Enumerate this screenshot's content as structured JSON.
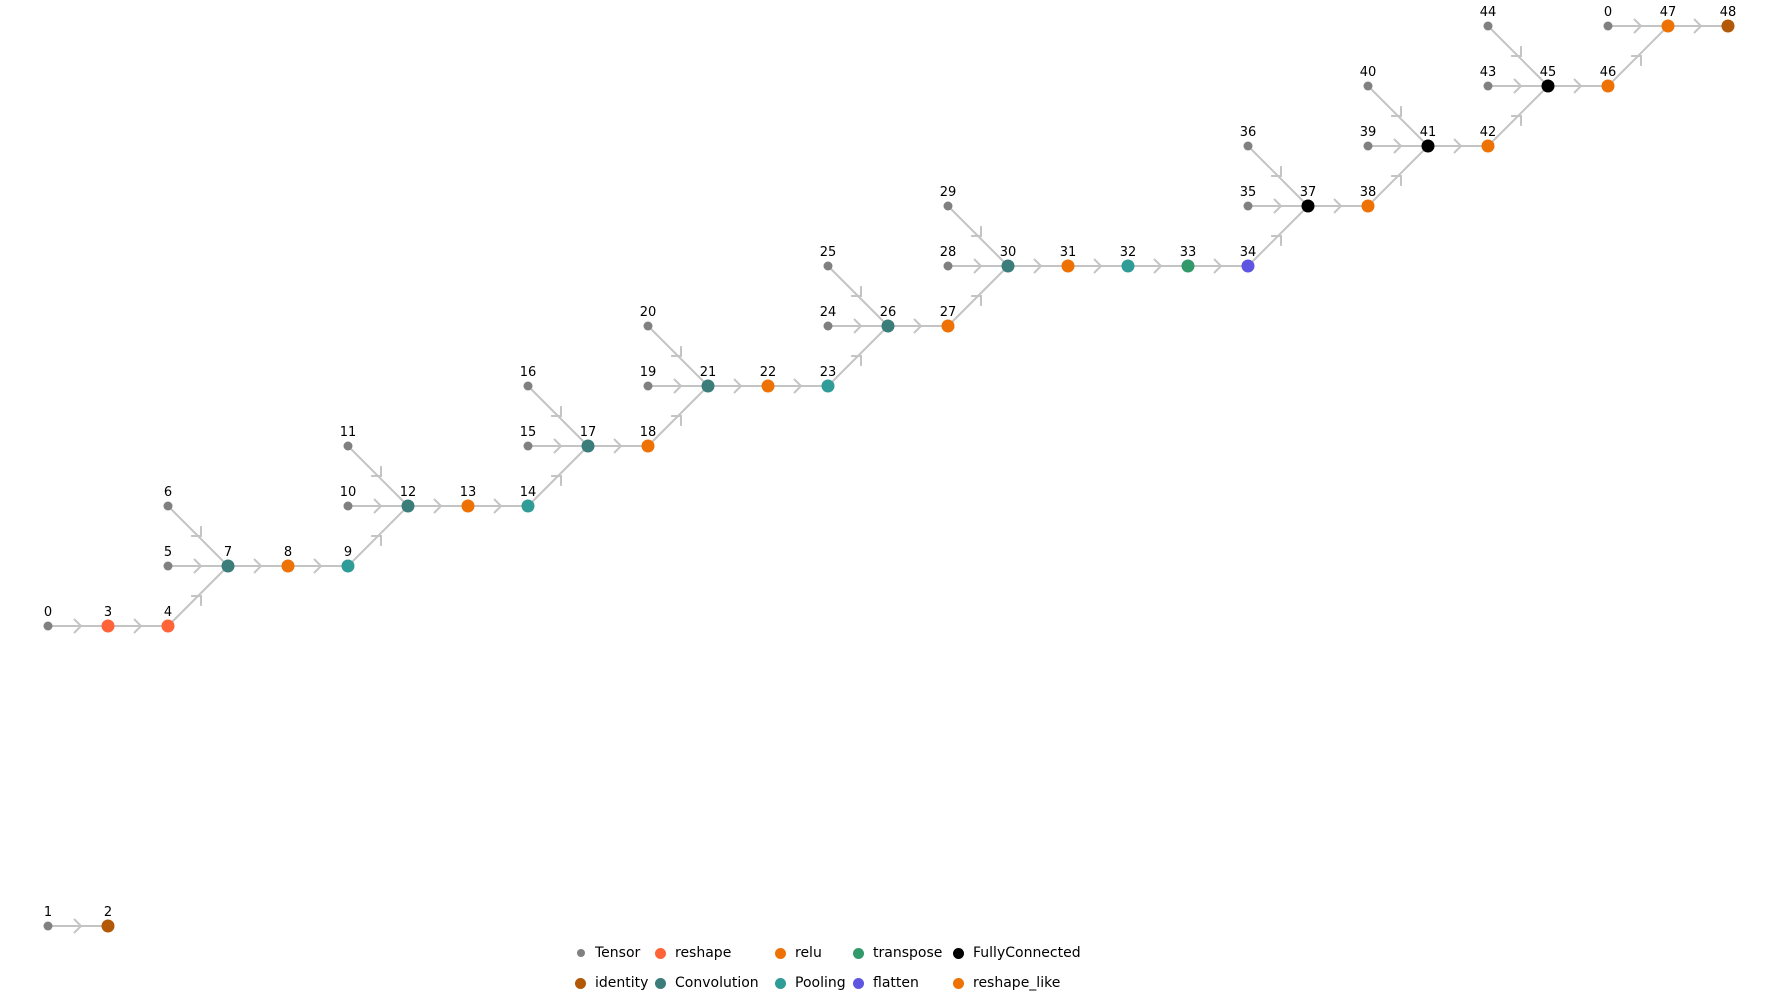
{
  "types": {
    "Tensor": "#808080",
    "reshape": "#FF6338",
    "relu": "#EE7203",
    "transpose": "#31996A",
    "FullyConnected": "#000000",
    "identity": "#B35806",
    "Convolution": "#3A7D7A",
    "Pooling": "#2F9C97",
    "flatten": "#5E55E0",
    "reshape_like": "#EE7203"
  },
  "legend": [
    {
      "label": "Tensor",
      "type": "Tensor"
    },
    {
      "label": "reshape",
      "type": "reshape"
    },
    {
      "label": "relu",
      "type": "relu"
    },
    {
      "label": "transpose",
      "type": "transpose"
    },
    {
      "label": "FullyConnected",
      "type": "FullyConnected"
    },
    {
      "label": "identity",
      "type": "identity"
    },
    {
      "label": "Convolution",
      "type": "Convolution"
    },
    {
      "label": "Pooling",
      "type": "Pooling"
    },
    {
      "label": "flatten",
      "type": "flatten"
    },
    {
      "label": "reshape_like",
      "type": "reshape_like"
    }
  ],
  "nodes": [
    {
      "id": "t0",
      "label": "0",
      "type": "Tensor"
    },
    {
      "id": "n3",
      "label": "3",
      "type": "reshape"
    },
    {
      "id": "n4",
      "label": "4",
      "type": "reshape"
    },
    {
      "id": "t6",
      "label": "6",
      "type": "Tensor"
    },
    {
      "id": "t5",
      "label": "5",
      "type": "Tensor"
    },
    {
      "id": "n7",
      "label": "7",
      "type": "Convolution"
    },
    {
      "id": "n8",
      "label": "8",
      "type": "relu"
    },
    {
      "id": "n9",
      "label": "9",
      "type": "Pooling"
    },
    {
      "id": "t11",
      "label": "11",
      "type": "Tensor"
    },
    {
      "id": "t10",
      "label": "10",
      "type": "Tensor"
    },
    {
      "id": "n12",
      "label": "12",
      "type": "Convolution"
    },
    {
      "id": "n13",
      "label": "13",
      "type": "relu"
    },
    {
      "id": "n14",
      "label": "14",
      "type": "Pooling"
    },
    {
      "id": "t16",
      "label": "16",
      "type": "Tensor"
    },
    {
      "id": "t15",
      "label": "15",
      "type": "Tensor"
    },
    {
      "id": "n17",
      "label": "17",
      "type": "Convolution"
    },
    {
      "id": "n18",
      "label": "18",
      "type": "relu"
    },
    {
      "id": "t20",
      "label": "20",
      "type": "Tensor"
    },
    {
      "id": "t19",
      "label": "19",
      "type": "Tensor"
    },
    {
      "id": "n21",
      "label": "21",
      "type": "Convolution"
    },
    {
      "id": "n22",
      "label": "22",
      "type": "relu"
    },
    {
      "id": "n23",
      "label": "23",
      "type": "Pooling"
    },
    {
      "id": "t25",
      "label": "25",
      "type": "Tensor"
    },
    {
      "id": "t24",
      "label": "24",
      "type": "Tensor"
    },
    {
      "id": "n26",
      "label": "26",
      "type": "Convolution"
    },
    {
      "id": "n27",
      "label": "27",
      "type": "relu"
    },
    {
      "id": "t29",
      "label": "29",
      "type": "Tensor"
    },
    {
      "id": "t28",
      "label": "28",
      "type": "Tensor"
    },
    {
      "id": "n30",
      "label": "30",
      "type": "Convolution"
    },
    {
      "id": "n31",
      "label": "31",
      "type": "relu"
    },
    {
      "id": "n32",
      "label": "32",
      "type": "Pooling"
    },
    {
      "id": "n33",
      "label": "33",
      "type": "transpose"
    },
    {
      "id": "n34",
      "label": "34",
      "type": "flatten"
    },
    {
      "id": "t36",
      "label": "36",
      "type": "Tensor"
    },
    {
      "id": "t35",
      "label": "35",
      "type": "Tensor"
    },
    {
      "id": "n37",
      "label": "37",
      "type": "FullyConnected"
    },
    {
      "id": "n38",
      "label": "38",
      "type": "relu"
    },
    {
      "id": "t40",
      "label": "40",
      "type": "Tensor"
    },
    {
      "id": "t39",
      "label": "39",
      "type": "Tensor"
    },
    {
      "id": "n41",
      "label": "41",
      "type": "FullyConnected"
    },
    {
      "id": "n42",
      "label": "42",
      "type": "relu"
    },
    {
      "id": "t44",
      "label": "44",
      "type": "Tensor"
    },
    {
      "id": "t43",
      "label": "43",
      "type": "Tensor"
    },
    {
      "id": "n45",
      "label": "45",
      "type": "FullyConnected"
    },
    {
      "id": "n46",
      "label": "46",
      "type": "relu"
    },
    {
      "id": "t0b",
      "label": "0",
      "type": "Tensor"
    },
    {
      "id": "n47",
      "label": "47",
      "type": "reshape_like"
    },
    {
      "id": "n48",
      "label": "48",
      "type": "identity"
    },
    {
      "id": "t1",
      "label": "1",
      "type": "Tensor"
    },
    {
      "id": "n2",
      "label": "2",
      "type": "identity"
    }
  ],
  "edges": [
    [
      "t0",
      "n3"
    ],
    [
      "n3",
      "n4"
    ],
    [
      "n4",
      "n7"
    ],
    [
      "t6",
      "n7"
    ],
    [
      "t5",
      "n7"
    ],
    [
      "n7",
      "n8"
    ],
    [
      "n8",
      "n9"
    ],
    [
      "n9",
      "n12"
    ],
    [
      "t11",
      "n12"
    ],
    [
      "t10",
      "n12"
    ],
    [
      "n12",
      "n13"
    ],
    [
      "n13",
      "n14"
    ],
    [
      "n14",
      "n17"
    ],
    [
      "t16",
      "n17"
    ],
    [
      "t15",
      "n17"
    ],
    [
      "n17",
      "n18"
    ],
    [
      "n18",
      "n21"
    ],
    [
      "t20",
      "n21"
    ],
    [
      "t19",
      "n21"
    ],
    [
      "n21",
      "n22"
    ],
    [
      "n22",
      "n23"
    ],
    [
      "n23",
      "n26"
    ],
    [
      "t25",
      "n26"
    ],
    [
      "t24",
      "n26"
    ],
    [
      "n26",
      "n27"
    ],
    [
      "n27",
      "n30"
    ],
    [
      "t29",
      "n30"
    ],
    [
      "t28",
      "n30"
    ],
    [
      "n30",
      "n31"
    ],
    [
      "n31",
      "n32"
    ],
    [
      "n32",
      "n33"
    ],
    [
      "n33",
      "n34"
    ],
    [
      "n34",
      "n37"
    ],
    [
      "t36",
      "n37"
    ],
    [
      "t35",
      "n37"
    ],
    [
      "n37",
      "n38"
    ],
    [
      "n38",
      "n41"
    ],
    [
      "t40",
      "n41"
    ],
    [
      "t39",
      "n41"
    ],
    [
      "n41",
      "n42"
    ],
    [
      "n42",
      "n45"
    ],
    [
      "t44",
      "n45"
    ],
    [
      "t43",
      "n45"
    ],
    [
      "n45",
      "n46"
    ],
    [
      "n46",
      "n47"
    ],
    [
      "t0b",
      "n47"
    ],
    [
      "n47",
      "n48"
    ],
    [
      "t1",
      "n2"
    ]
  ]
}
